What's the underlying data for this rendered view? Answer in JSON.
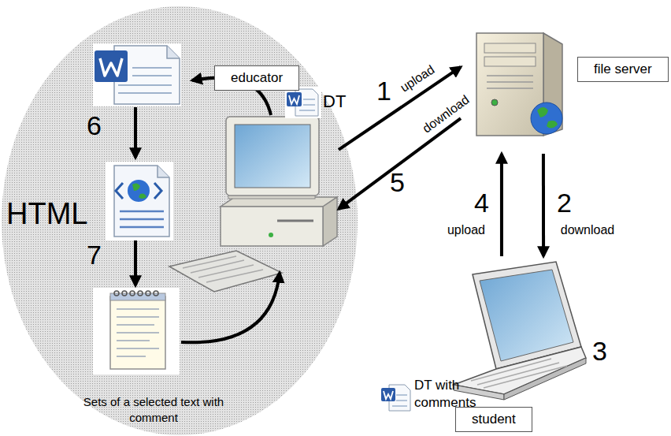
{
  "diagram": {
    "nodes": [
      {
        "text": [
          "educator"
        ]
      },
      {
        "text": [
          "file server"
        ]
      },
      {
        "text": [
          "student"
        ]
      }
    ],
    "edges": [
      {
        "from": 0,
        "to": 1,
        "label": "upload",
        "arrow": "to"
      },
      {
        "from": 1,
        "to": 0,
        "label": "download",
        "arrow": "to"
      },
      {
        "from": 1,
        "to": 2,
        "label": "download",
        "arrow": "to"
      },
      {
        "from": 2,
        "to": 1,
        "label": "upload",
        "arrow": "to"
      }
    ],
    "labels": [
      "DT",
      "1",
      "5",
      "2",
      "3",
      "4",
      "DT with comments",
      "6",
      "HTML",
      "7",
      "Sets of a selected text with comment"
    ]
  }
}
